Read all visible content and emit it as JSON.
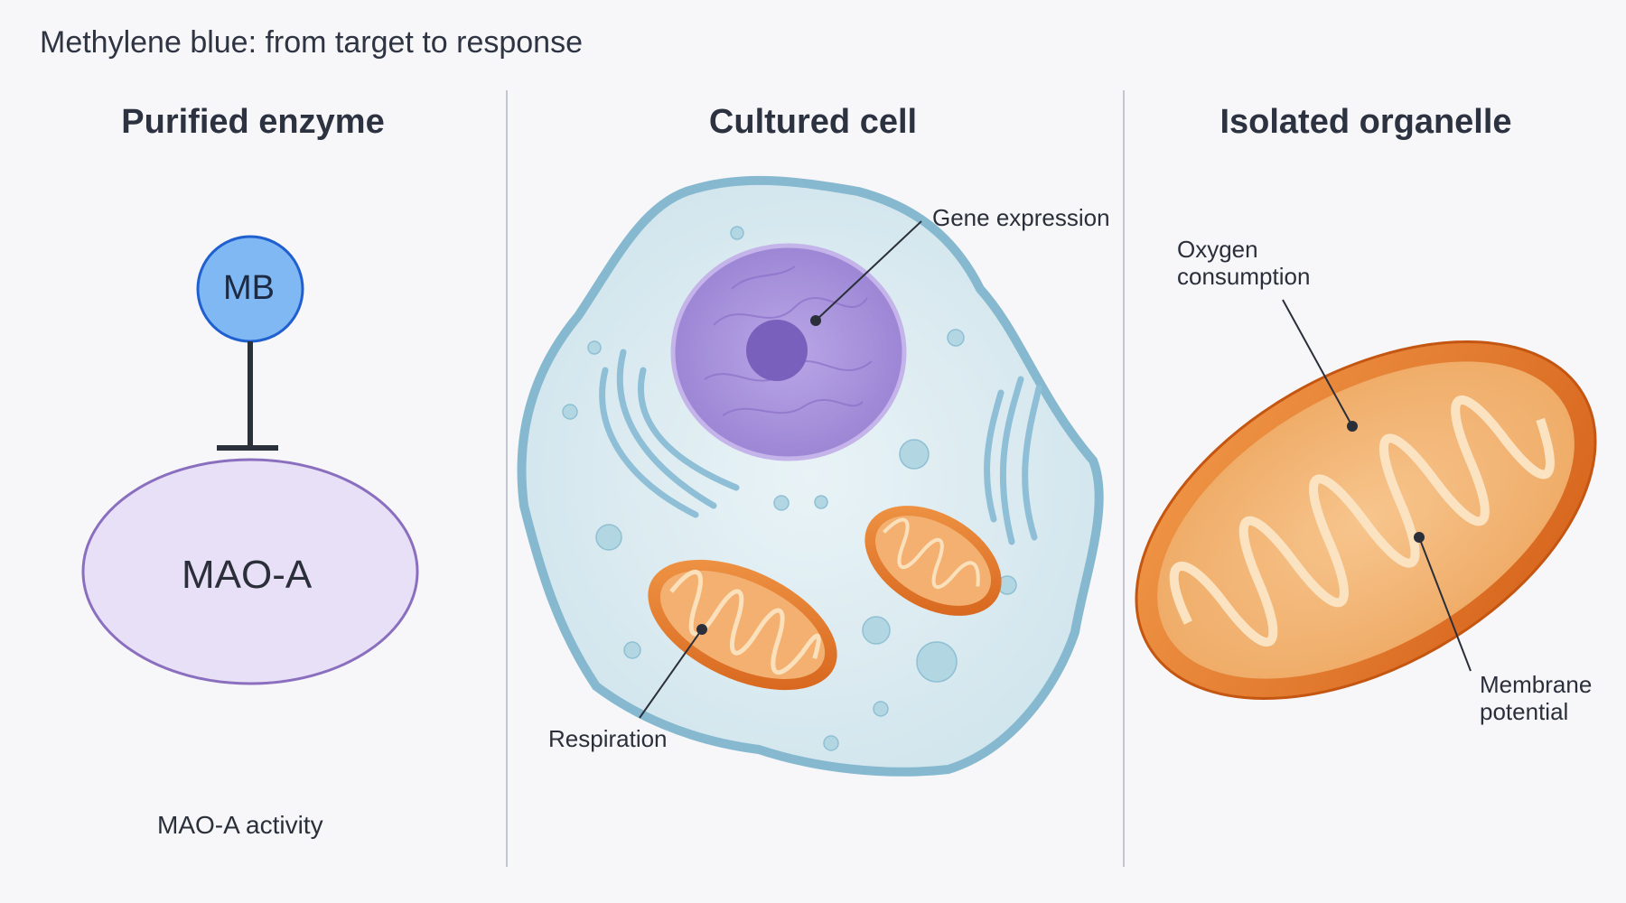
{
  "title": "Methylene blue: from target to response",
  "panels": [
    {
      "title": "Purified enzyme",
      "inhibitor": "MB",
      "target": "MAO-A",
      "readout": "MAO-A activity"
    },
    {
      "title": "Cultured cell",
      "labels": {
        "nucleus": "Gene expression",
        "mitochondrion": "Respiration"
      }
    },
    {
      "title": "Isolated organelle",
      "labels": {
        "oxygen_line1": "Oxygen",
        "oxygen_line2": "consumption",
        "membrane_line1": "Membrane",
        "membrane_line2": "potential"
      }
    }
  ],
  "colors": {
    "mb_fill": "#7fb8f3",
    "mb_stroke": "#1f5fd0",
    "enzyme_fill": "#e8e0f7",
    "enzyme_stroke": "#8b6fbf",
    "cytoplasm": "#dcebf0",
    "cell_membrane": "#86b9cf",
    "nucleus": "#a995dd",
    "mitochondrion": "#e27a2a",
    "cristae": "#f7d3a2"
  },
  "icons": [
    "inhibition-arrow-icon"
  ]
}
